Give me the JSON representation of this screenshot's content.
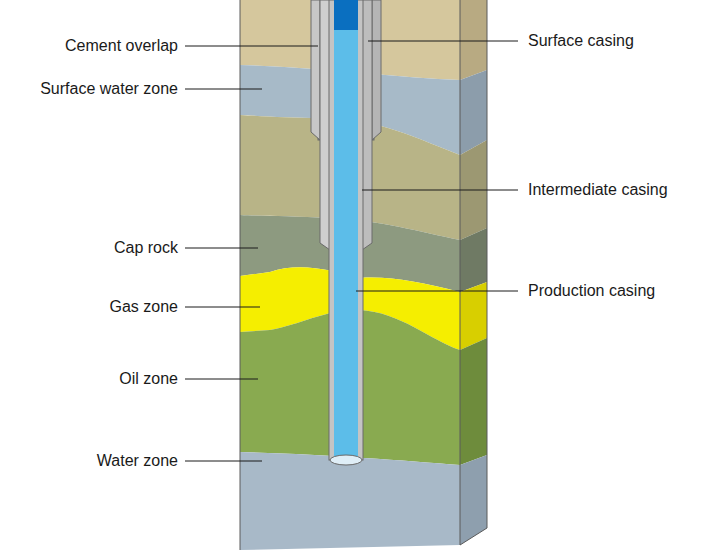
{
  "diagram": {
    "labels": [
      "Cement overlap",
      "Surface casing",
      "Surface water zone",
      "Intermediate casing",
      "Cap rock",
      "Gas zone",
      "Production casing",
      "Oil zone",
      "Water zone"
    ]
  }
}
